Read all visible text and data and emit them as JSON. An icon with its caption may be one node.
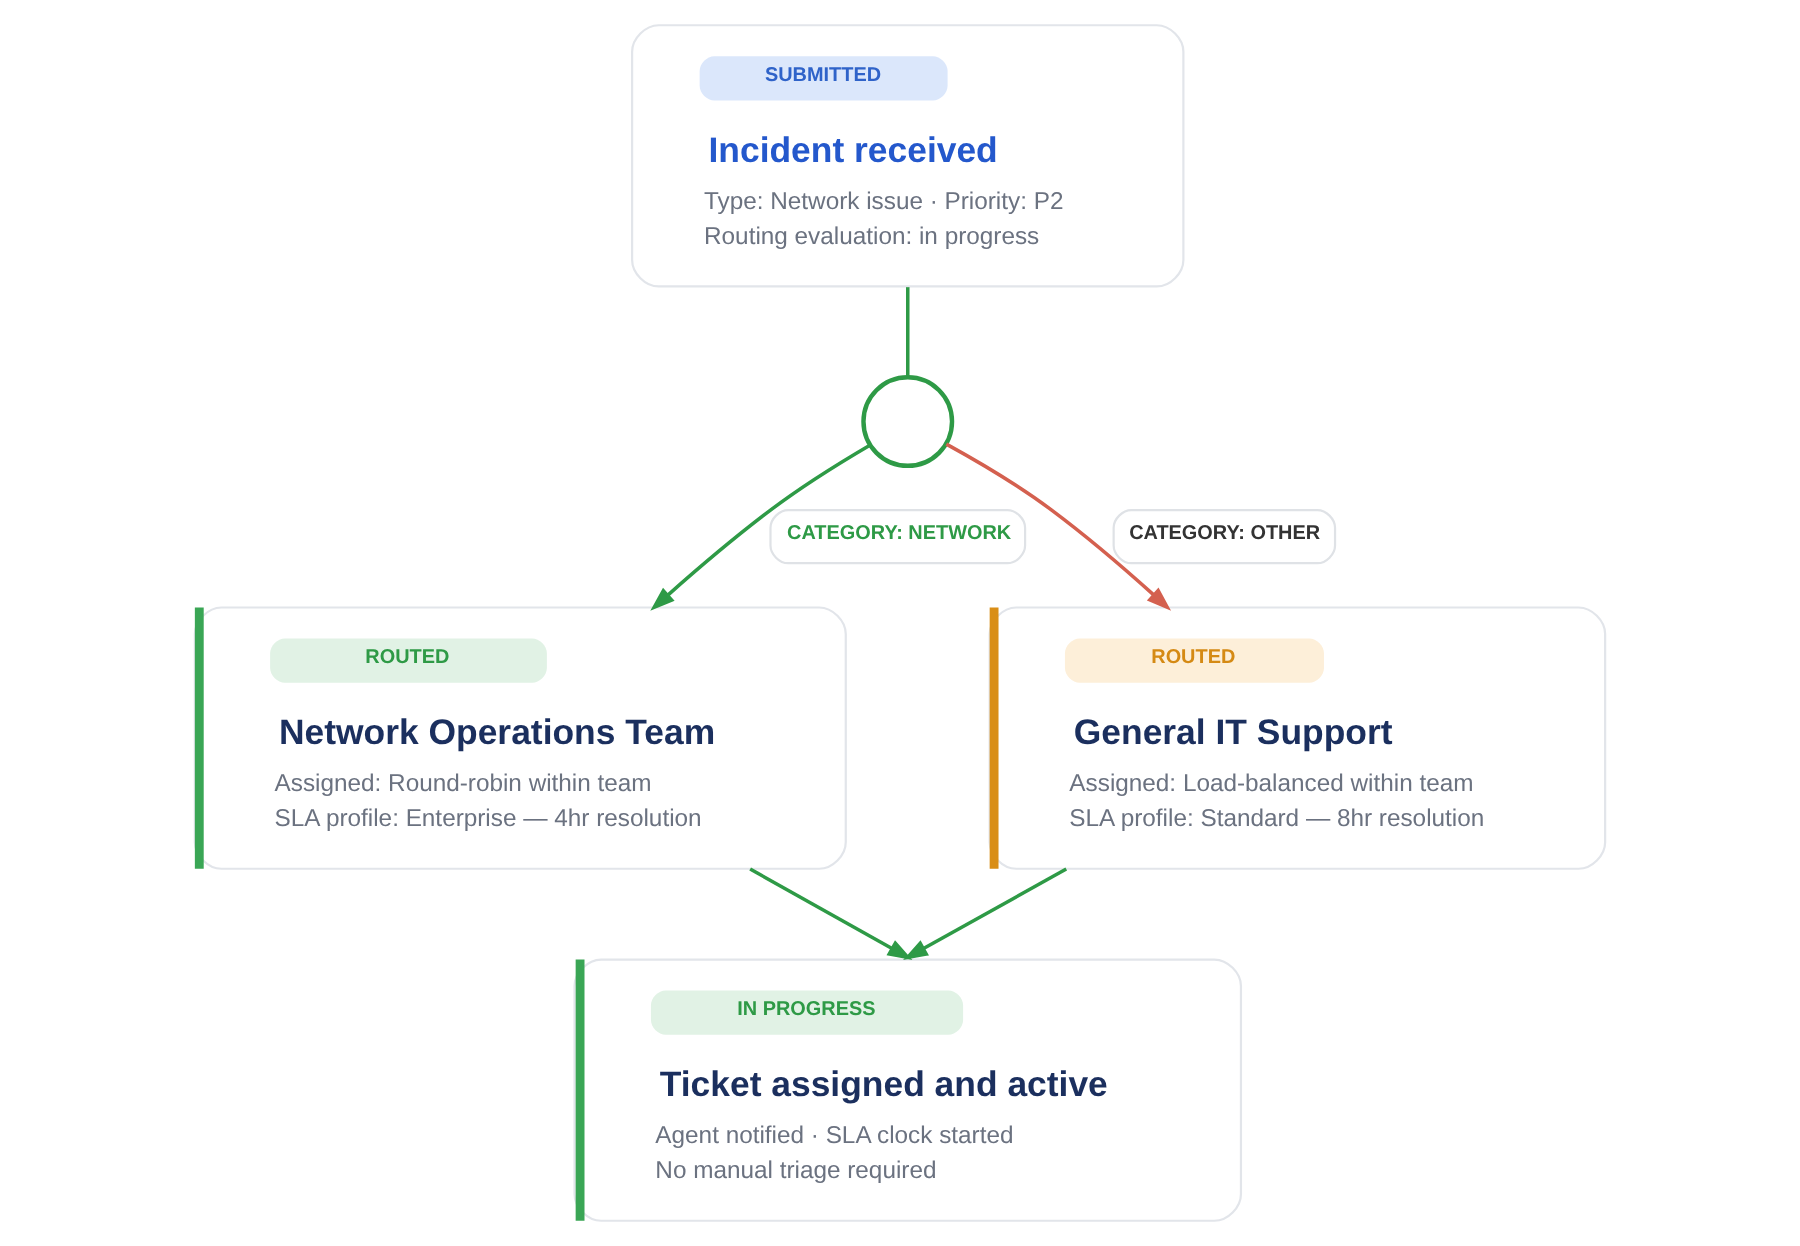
{
  "diagram": {
    "nodes": [
      {
        "text": [
          "SUBMITTED",
          "Incident received",
          "Type: Network issue · Priority: P2",
          "Routing evaluation: in progress"
        ]
      },
      {
        "text": [],
        "shape": "circle"
      },
      {
        "text": [
          "ROUTED",
          "Network Operations Team",
          "Assigned: Round-robin within team",
          "SLA profile: Enterprise — 4hr resolution"
        ]
      },
      {
        "text": [
          "ROUTED",
          "General IT Support",
          "Assigned: Load-balanced within team",
          "SLA profile: Standard — 8hr resolution"
        ]
      },
      {
        "text": [
          "IN PROGRESS",
          "Ticket assigned and active",
          "Agent notified · SLA clock started",
          "No manual triage required"
        ]
      }
    ],
    "edges": [
      {
        "from": 0,
        "to": 1,
        "arrow": "none"
      },
      {
        "from": 1,
        "to": 2,
        "arrow": "to",
        "label": "CATEGORY: NETWORK"
      },
      {
        "from": 1,
        "to": 3,
        "arrow": "to",
        "label": "CATEGORY: OTHER",
        "color": "#d4604f"
      },
      {
        "from": 2,
        "to": 4,
        "arrow": "to"
      },
      {
        "from": 3,
        "to": 4,
        "arrow": "to"
      }
    ]
  }
}
